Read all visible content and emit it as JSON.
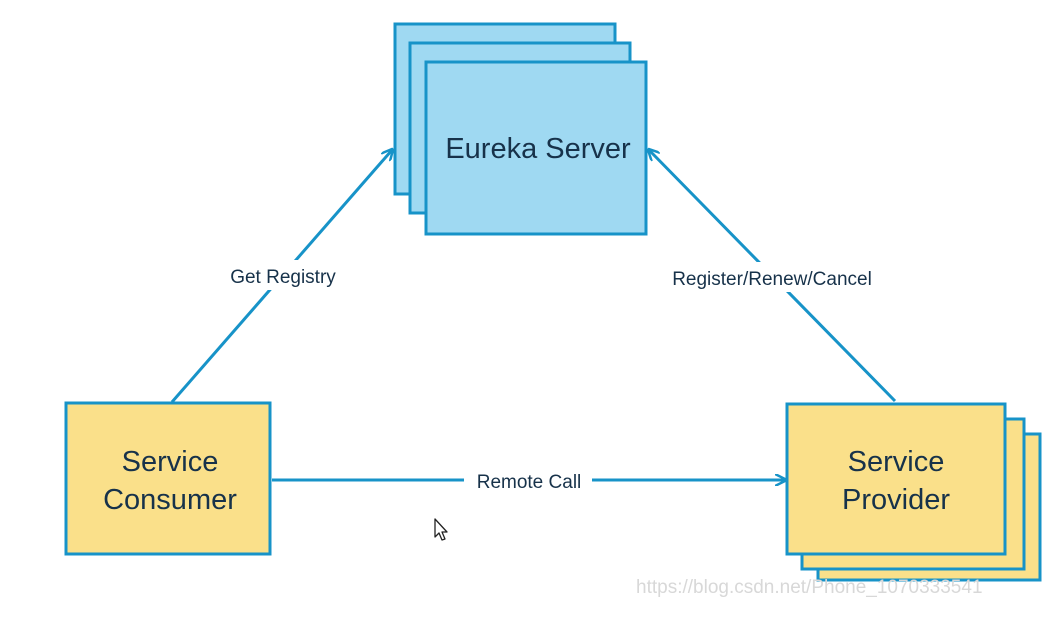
{
  "colors": {
    "server_fill": "#9fd9f2",
    "server_stroke": "#1793c8",
    "client_fill": "#fae08a",
    "client_stroke": "#1793c8",
    "arrow": "#1793c8",
    "text": "#17324a",
    "watermark": "#d8d8d8"
  },
  "nodes": {
    "server": {
      "label": "Eureka Server"
    },
    "consumer": {
      "label_line1": "Service",
      "label_line2": "Consumer"
    },
    "provider": {
      "label_line1": "Service",
      "label_line2": "Provider"
    }
  },
  "edges": {
    "get_registry": {
      "label": "Get Registry"
    },
    "register": {
      "label": "Register/Renew/Cancel"
    },
    "remote_call": {
      "label": "Remote Call"
    }
  },
  "watermark": {
    "text": "https://blog.csdn.net/Phone_1070333541"
  },
  "icons": {
    "cursor": "mouse-pointer-icon"
  }
}
